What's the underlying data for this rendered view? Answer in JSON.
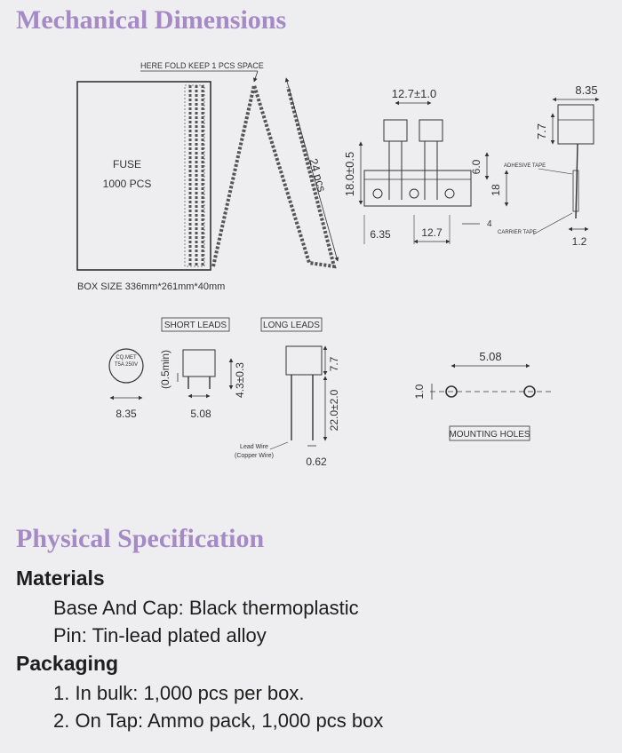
{
  "mechanical": {
    "title": "Mechanical Dimensions",
    "fold_note": "HERE FOLD KEEP 1 PCS SPACE",
    "box_label_1": "FUSE",
    "box_label_2": "1000 PCS",
    "count_label": "24 pcs",
    "box_size": "BOX SIZE 336mm*261mm*40mm",
    "tape": {
      "pitch": "12.7±1.0",
      "height": "18.0±0.5",
      "dim_6": "6.0",
      "dim_18": "18",
      "dim_4": "4",
      "dim_635": "6.35",
      "dim_127": "12.7",
      "adhesive": "ADHESIVE TAPE",
      "carrier": "CARRIER TAPE"
    },
    "side": {
      "width": "8.35",
      "height": "7.7",
      "thickness": "1.2"
    },
    "fuse_top": {
      "line1": "CQ.MET",
      "line2": "T5A 250V",
      "diameter": "8.35"
    },
    "short_leads": {
      "title": "SHORT LEADS",
      "min": "(0.5min)",
      "pitch": "5.08",
      "lead_len": "4.3±0.3"
    },
    "long_leads": {
      "title": "LONG LEADS",
      "height": "7.7",
      "lead_len": "22.0±2.0",
      "wire_1": "Lead Wire",
      "wire_2": "(Copper Wire)",
      "dia": "0.62"
    },
    "mounting": {
      "spacing": "5.08",
      "hole": "1.0",
      "title": "MOUNTING HOLES"
    }
  },
  "physical": {
    "title": "Physical Specification",
    "materials": {
      "heading": "Materials",
      "items": [
        "Base And Cap: Black thermoplastic",
        "Pin: Tin-lead plated alloy"
      ]
    },
    "packaging": {
      "heading": "Packaging",
      "items": [
        "1. In bulk: 1,000 pcs per box.",
        "2. On Tap: Ammo pack, 1,000 pcs box"
      ]
    }
  }
}
